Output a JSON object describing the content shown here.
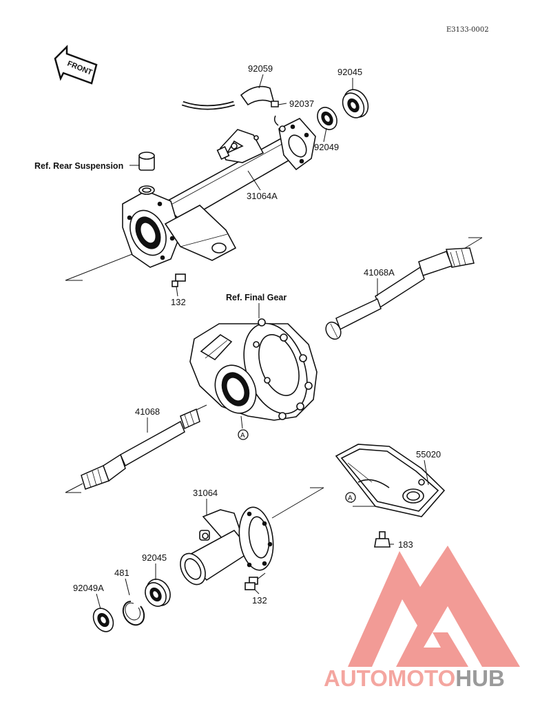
{
  "diagram_code": "E3133-0002",
  "front_arrow_label": "FRONT",
  "callout_marker": "A",
  "labels": {
    "p92059": "92059",
    "p92045_top": "92045",
    "p92037": "92037",
    "p92049": "92049",
    "ref_rear_suspension": "Ref. Rear Suspension",
    "p31064A": "31064A",
    "p132_top": "132",
    "p41068A": "41068A",
    "ref_final_gear": "Ref. Final Gear",
    "p41068": "41068",
    "p55020": "55020",
    "p31064": "31064",
    "p92045_bottom": "92045",
    "p481": "481",
    "p92049A": "92049A",
    "p183": "183",
    "p132_bottom": "132"
  },
  "watermark": {
    "part1": "AUTOMOTO",
    "part2": "HUB",
    "color1": "#f4a6a0",
    "color2": "#9a9a9a",
    "logo_color": "#f08a84"
  }
}
